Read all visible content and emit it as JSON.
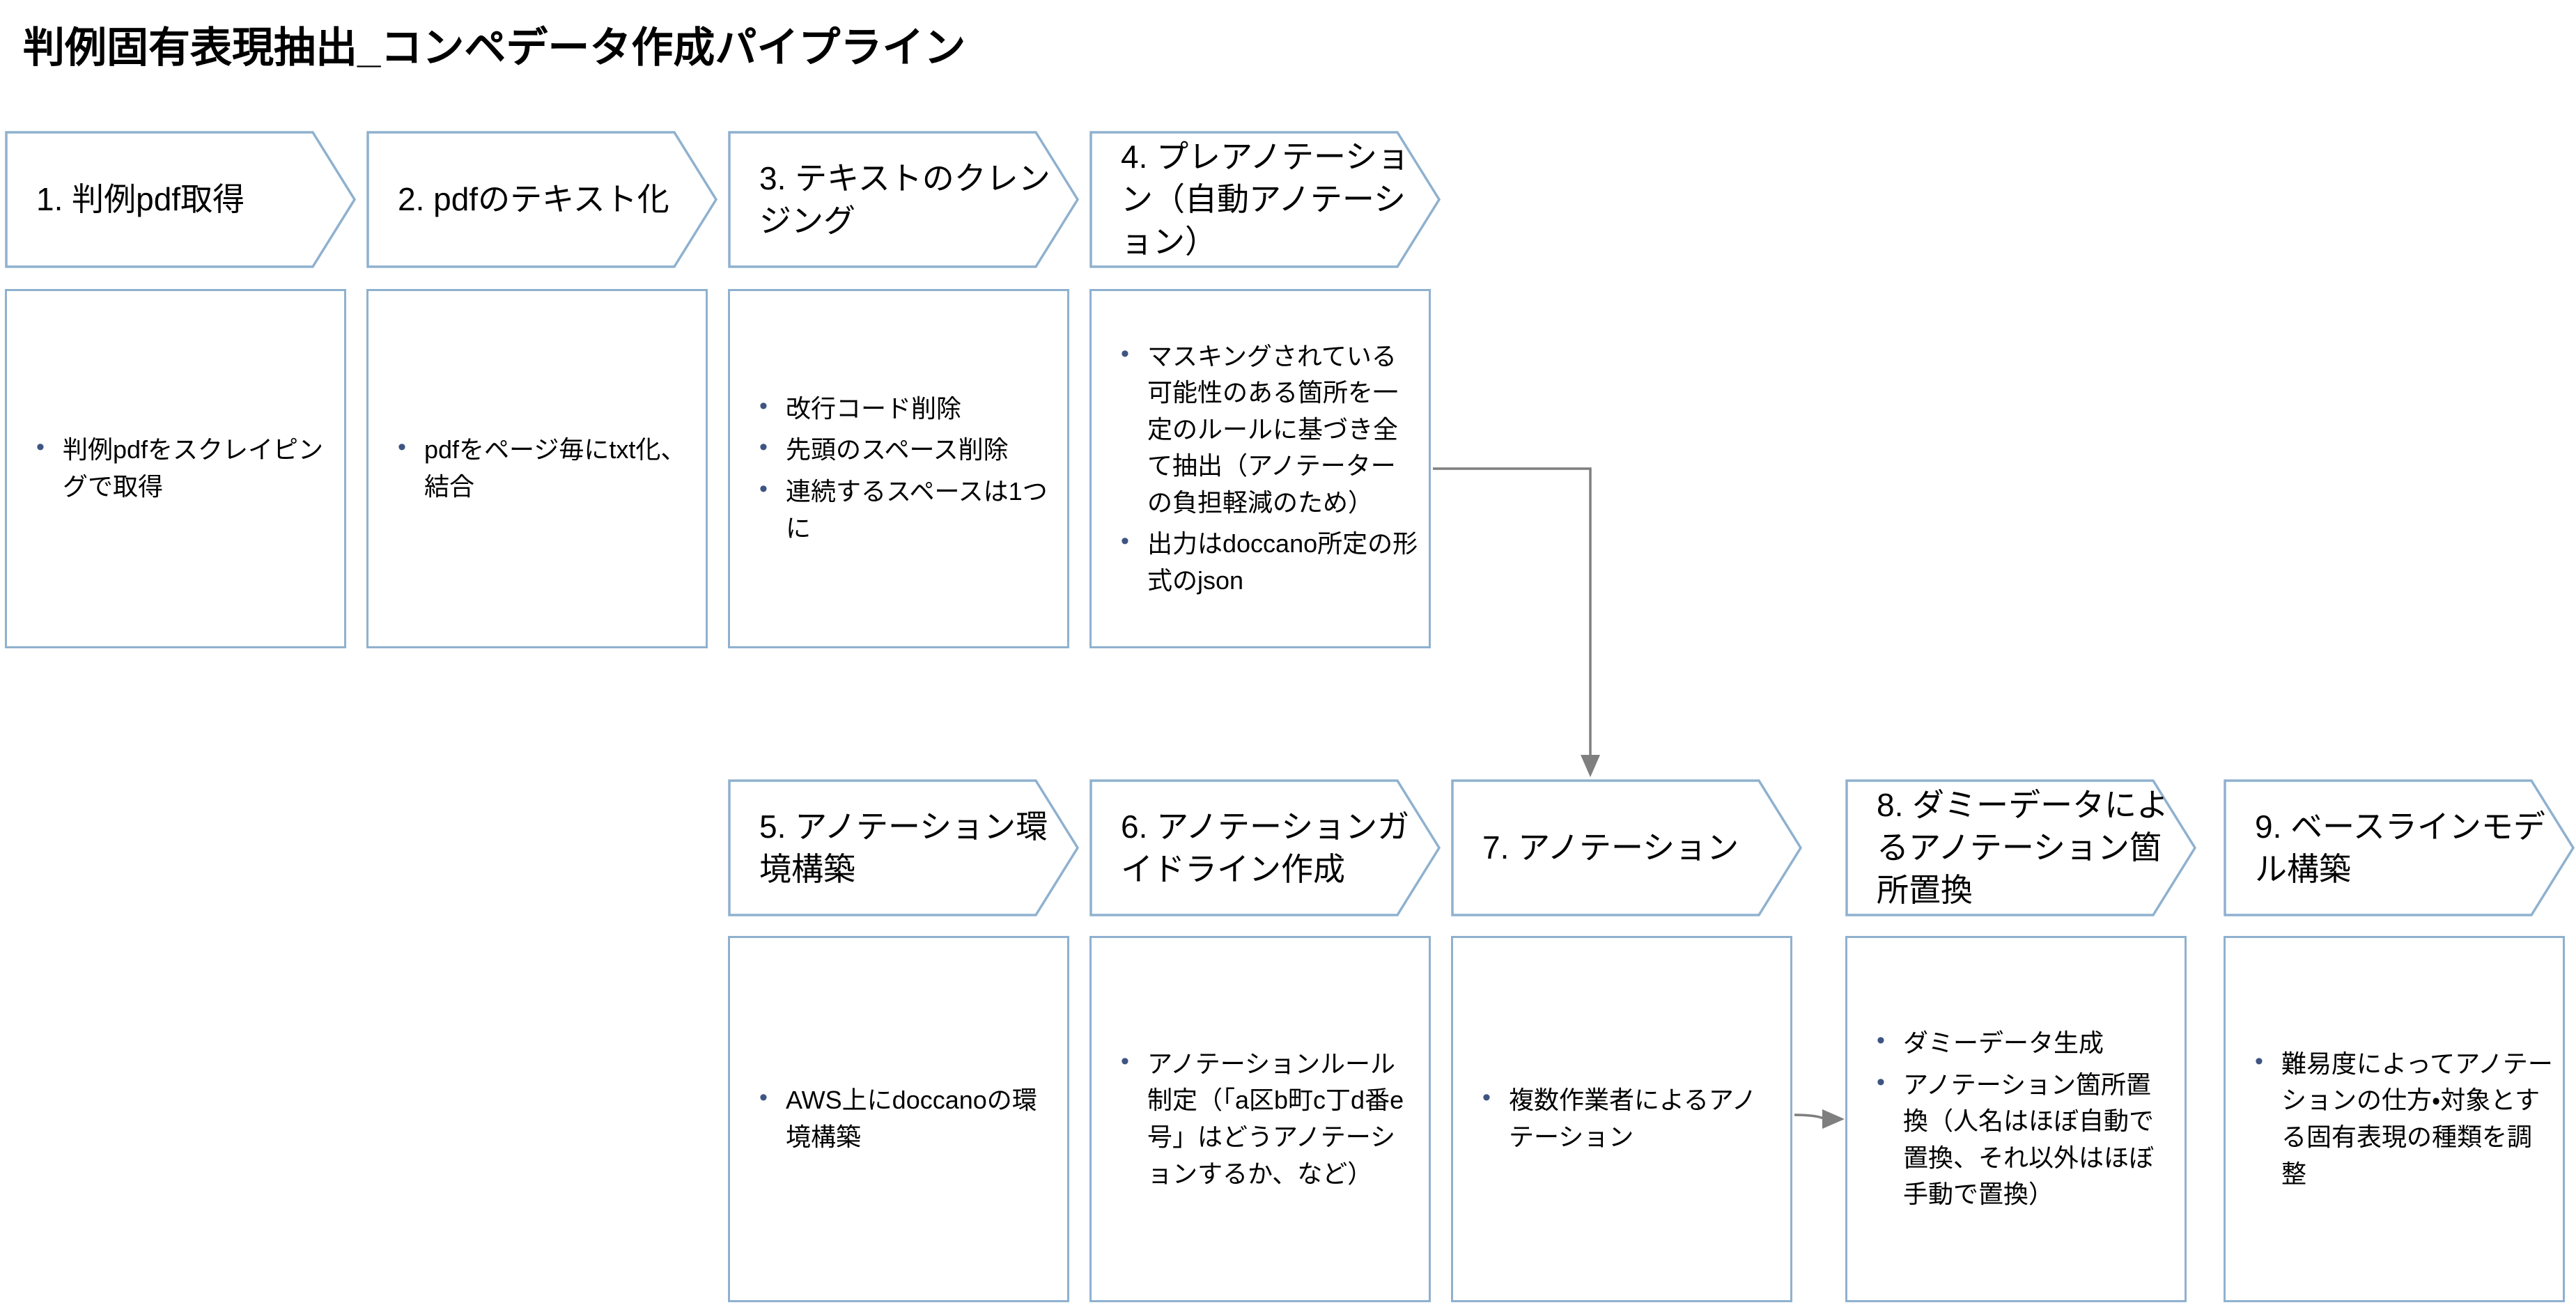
{
  "title": "判例固有表現抽出_コンペデータ作成パイプライン",
  "colors": {
    "shape_border": "#8FB1CF",
    "bullet_dot": "#3E5583",
    "connector": "#7F7F7F",
    "text": "#000000",
    "background": "#FFFFFF"
  },
  "steps": [
    {
      "label": "1. 判例pdf取得",
      "bullets": [
        "判例pdfをスクレイピングで取得"
      ]
    },
    {
      "label": "2. pdfのテキスト化",
      "bullets": [
        "pdfをページ毎にtxt化、結合"
      ]
    },
    {
      "label": "3. テキストのクレンジング",
      "bullets": [
        "改行コード削除",
        "先頭のスペース削除",
        "連続するスペースは1つに"
      ]
    },
    {
      "label": "4. プレアノテーション（自動アノテーション）",
      "bullets": [
        "マスキングされている可能性のある箇所を一定のルールに基づき全て抽出（アノテーターの負担軽減のため）",
        "出力はdoccano所定の形式のjson"
      ]
    },
    {
      "label": "5. アノテーション環境構築",
      "bullets": [
        "AWS上にdoccanoの環境構築"
      ]
    },
    {
      "label": "6. アノテーションガイドライン作成",
      "bullets": [
        "アノテーションルール制定（「a区b町c丁d番e号」はどうアノテーションするか、など）"
      ]
    },
    {
      "label": "7. アノテーション",
      "bullets": [
        "複数作業者によるアノテーション"
      ]
    },
    {
      "label": "8. ダミーデータによるアノテーション箇所置換",
      "bullets": [
        "ダミーデータ生成",
        "アノテーション箇所置換（人名はほぼ自動で置換、それ以外はほぼ手動で置換）"
      ]
    },
    {
      "label": "9. ベースラインモデル構築",
      "bullets": [
        "難易度によってアノテーションの仕方・対象とする固有表現の種類を調整"
      ]
    }
  ],
  "connectors": [
    {
      "from": "step-4-box",
      "to": "step-7-chevron",
      "shape": "elbow-down-arrow"
    },
    {
      "from": "step-7-box",
      "to": "step-8-box",
      "shape": "right-arrow"
    }
  ]
}
